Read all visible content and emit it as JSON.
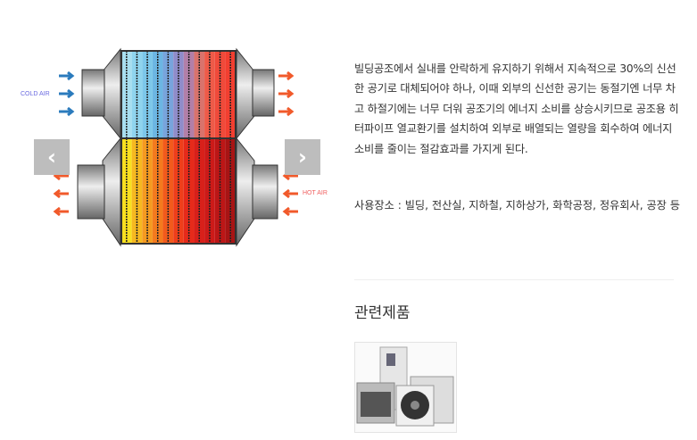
{
  "diagram": {
    "cold_label": "COLD AIR",
    "hot_label": "HOT AIR",
    "top_colors": [
      "#a8dff0",
      "#8fd4ee",
      "#7cc7ea",
      "#6cb6e3",
      "#78a4dc",
      "#8f8cc9",
      "#b27fa8",
      "#d9736c",
      "#ee5a48",
      "#f04a3a",
      "#f23f30"
    ],
    "bottom_colors": [
      "#f8e020",
      "#f6b820",
      "#f59a20",
      "#f47a1e",
      "#f25a1c",
      "#ee3e1a",
      "#e62a1a",
      "#d8201a",
      "#cc1a18",
      "#bc1616",
      "#a81414"
    ],
    "cold_color": "#2b7bbd",
    "hot_color": "#f15a2b"
  },
  "carousel": {
    "prev_icon": "‹",
    "next_icon": "›"
  },
  "description": "빌딩공조에서  실내를 안락하게 유지하기 위해서  지속적으로 30%의 신선한 공기로 대체되어야 하나,  이때 외부의 신선한 공기는 동절기엔 너무 차고 하절기에는 너무 더워 공조기의 에너지 소비를 상승시키므로 공조용 히터파이프 열교환기를 설치하여 외부로 배열되는 열량을 회수하여 에너지 소비를 줄이는 절감효과를 가지게 된다.",
  "usage": "사용장소 :  빌딩, 전산실, 지하철, 지하상가, 화학공정, 정유회사, 공장 등",
  "related": {
    "title": "관련제품"
  }
}
